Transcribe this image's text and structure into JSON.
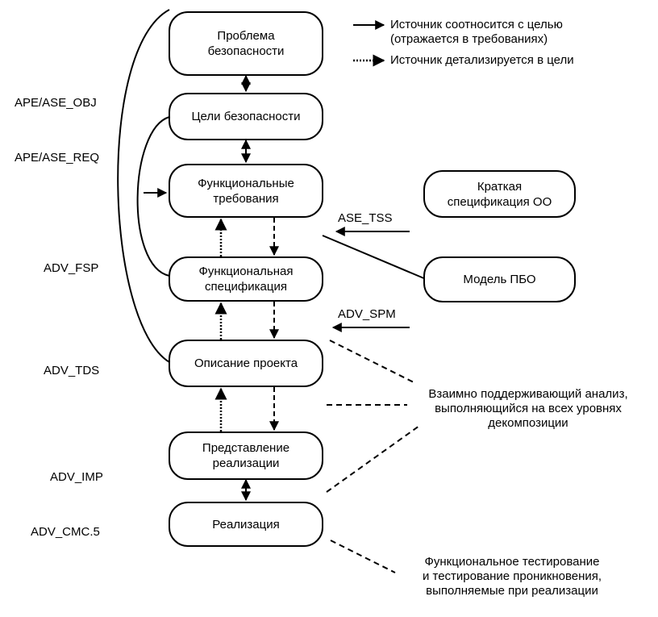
{
  "legend": {
    "solid": "Источник соотносится с целью\n(отражается в требованиях)",
    "dotted": "Источник детализируется в цели"
  },
  "nodes": {
    "problem": "Проблема\nбезопасности",
    "objectives": "Цели безопасности",
    "func_req": "Функциональные\nтребования",
    "func_spec": "Функциональная\nспецификация",
    "design": "Описание проекта",
    "impl_repr": "Представление\nреализации",
    "impl": "Реализация",
    "toe_summary": "Краткая\nспецификация ОО",
    "tsf_model": "Модель ПБО"
  },
  "families": {
    "ape_obj": "APE/ASE_OBJ",
    "ape_req": "APE/ASE_REQ",
    "adv_fsp": "ADV_FSP",
    "adv_tds": "ADV_TDS",
    "adv_imp": "ADV_IMP",
    "adv_cmc": "ADV_CMC.5",
    "ase_tss": "ASE_TSS",
    "adv_spm": "ADV_SPM"
  },
  "notes": {
    "mutual_analysis": "Взаимно поддерживающий анализ,\nвыполняющийся на всех уровнях\nдекомпозиции",
    "testing": "Функциональное тестирование\nи тестирование проникновения,\nвыполняемые при реализации"
  }
}
